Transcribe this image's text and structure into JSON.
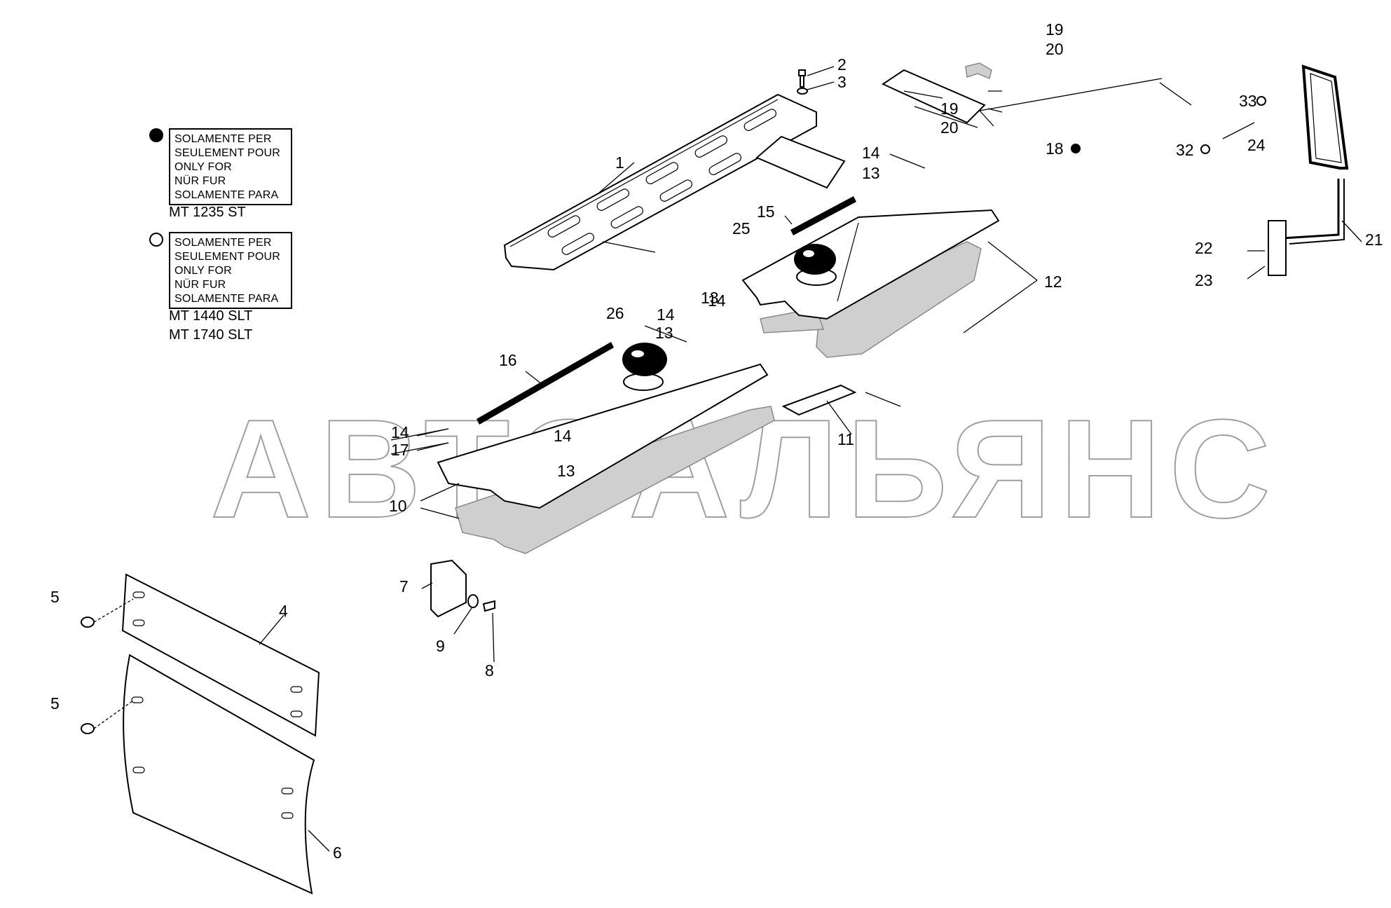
{
  "watermark": "АВТОАЛЬЯНС",
  "legend": [
    {
      "marker": "filled-circle-icon",
      "lines": [
        "SOLAMENTE PER",
        "SEULEMENT POUR",
        "ONLY FOR",
        "NÜR FUR",
        "SOLAMENTE PARA"
      ],
      "models": [
        "MT 1235 ST"
      ]
    },
    {
      "marker": "open-circle-icon",
      "lines": [
        "SOLAMENTE PER",
        "SEULEMENT POUR",
        "ONLY FOR",
        "NÜR FUR",
        "SOLAMENTE PARA"
      ],
      "models": [
        "MT 1440 SLT",
        "MT 1740 SLT"
      ]
    }
  ],
  "callouts": [
    {
      "id": "c1",
      "label": "1"
    },
    {
      "id": "c2",
      "label": "2"
    },
    {
      "id": "c3",
      "label": "3"
    },
    {
      "id": "c4",
      "label": "4"
    },
    {
      "id": "c5a",
      "label": "5"
    },
    {
      "id": "c5b",
      "label": "5"
    },
    {
      "id": "c6",
      "label": "6"
    },
    {
      "id": "c7",
      "label": "7"
    },
    {
      "id": "c8",
      "label": "8"
    },
    {
      "id": "c9",
      "label": "9"
    },
    {
      "id": "c10",
      "label": "10"
    },
    {
      "id": "c11",
      "label": "11"
    },
    {
      "id": "c12",
      "label": "12"
    },
    {
      "id": "c13a",
      "label": "13"
    },
    {
      "id": "c13b",
      "label": "13"
    },
    {
      "id": "c13c",
      "label": "13"
    },
    {
      "id": "c13d",
      "label": "13"
    },
    {
      "id": "c14a",
      "label": "14"
    },
    {
      "id": "c14b",
      "label": "14"
    },
    {
      "id": "c14c",
      "label": "14"
    },
    {
      "id": "c14d",
      "label": "14"
    },
    {
      "id": "c14e",
      "label": "14"
    },
    {
      "id": "c15",
      "label": "15"
    },
    {
      "id": "c16",
      "label": "16"
    },
    {
      "id": "c17",
      "label": "17"
    },
    {
      "id": "c18",
      "label": "18"
    },
    {
      "id": "c19a",
      "label": "19"
    },
    {
      "id": "c19b",
      "label": "19"
    },
    {
      "id": "c20a",
      "label": "20"
    },
    {
      "id": "c20b",
      "label": "20"
    },
    {
      "id": "c21",
      "label": "21"
    },
    {
      "id": "c22",
      "label": "22"
    },
    {
      "id": "c23",
      "label": "23"
    },
    {
      "id": "c24",
      "label": "24"
    },
    {
      "id": "c25",
      "label": "25"
    },
    {
      "id": "c26",
      "label": "26"
    },
    {
      "id": "c32",
      "label": "32"
    },
    {
      "id": "c33",
      "label": "33"
    }
  ],
  "variant_markers": {
    "c18": "filled-circle-icon",
    "c32": "open-circle-icon",
    "c33": "open-circle-icon"
  }
}
